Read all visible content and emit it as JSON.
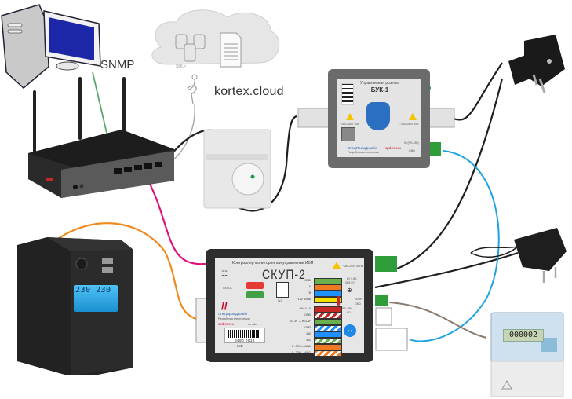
{
  "diagram": {
    "title": "SKUP-2 UPS monitoring and control connection scheme",
    "labels": {
      "snmp": "SNMP",
      "cloud": "kortex.cloud",
      "cloud_sql": "SQL>_"
    },
    "devices": {
      "pc": {
        "name": "Monitoring workstation"
      },
      "router": {
        "name": "Wi-Fi router"
      },
      "din_socket": {
        "name": "DIN-rail socket"
      },
      "ups": {
        "name": "UPS",
        "display_in": "230",
        "display_out": "230"
      },
      "power_plug": {
        "name": "Mains power plug"
      },
      "adapter": {
        "name": "Power adapter"
      },
      "energy_meter": {
        "name": "Electricity meter",
        "reading": "000002"
      },
      "buk1": {
        "subtitle": "Управляемая розетка",
        "title": "БУК-1",
        "rating_left": "~180-250V 10A",
        "rating_right": "~180-250V 10A",
        "port_label": "IN (RS-485)",
        "gnd_label": "GND",
        "brand": "СпецПромДизайн",
        "brand_tagline": "Разработка электроники",
        "site": "spd.net.ru"
      },
      "skup2": {
        "subtitle": "Контроллер мониторинга и управления ИБП",
        "title": "СКУП-2",
        "rating": "~180-250V 50Hz",
        "reset_label": "СБРОС",
        "brand": "СпецПромДизайн",
        "brand_tagline": "Разработка электроники",
        "site": "spd.net.ru",
        "site_note": "on sale",
        "barcode": "8490 0012",
        "uid_label": "UID",
        "meter_label": "W1",
        "dc_in": "8V 0.8A",
        "dc_range": "(5-8.5V)",
        "temp_label": "TEMP",
        "gnd_label": "GND",
        "rs_label": "RS-485",
        "io_label": "I/O",
        "pins_top": [
          "GND",
          "A",
          "B",
          "+12V 80mA"
        ],
        "pins_bottom": [
          "+5V 0.1A",
          "GND",
          "0/3.3V ↔ RELAY",
          "GND",
          "IN0",
          "IN1",
          "0...70V — AIN0",
          "0...70V — AIN1"
        ]
      }
    },
    "connections": [
      {
        "from": "pc",
        "to": "router",
        "type": "SNMP",
        "color": "#5aa86a"
      },
      {
        "from": "router",
        "to": "kortex.cloud",
        "type": "internet",
        "color": "#aaaaaa"
      },
      {
        "from": "router",
        "to": "din_socket",
        "type": "power",
        "color": "#1f1f1f"
      },
      {
        "from": "din_socket",
        "to": "buk1",
        "type": "power",
        "color": "#1f1f1f"
      },
      {
        "from": "buk1",
        "to": "power_plug",
        "type": "power",
        "color": "#1f1f1f"
      },
      {
        "from": "router",
        "to": "skup2",
        "type": "ethernet",
        "color": "#e0127a"
      },
      {
        "from": "ups",
        "to": "skup2",
        "type": "serial",
        "color": "#f08a1c"
      },
      {
        "from": "buk1",
        "to": "skup2",
        "type": "RS-485",
        "color": "#1ea3e0"
      },
      {
        "from": "skup2",
        "to": "power_plug",
        "type": "power",
        "color": "#1f1f1f"
      },
      {
        "from": "adapter",
        "to": "skup2",
        "type": "dc-power",
        "color": "#1f1f1f"
      },
      {
        "from": "energy_meter",
        "to": "skup2",
        "type": "pulse",
        "color": "#8a7a70"
      }
    ],
    "colors": {
      "ethernet": "#e0127a",
      "serial": "#f08a1c",
      "rs485": "#1ea3e0",
      "snmp": "#5aa86a",
      "power": "#1f1f1f",
      "meter": "#8a7a70",
      "terminal_green": "#2f9e3a"
    }
  }
}
